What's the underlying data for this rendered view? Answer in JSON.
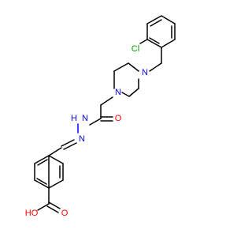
{
  "molecule": {
    "atom_labels": {
      "chlorine": "Cl",
      "piperazine_n_top": "N",
      "piperazine_n_bottom": "N",
      "hydrazide_nh": "N",
      "hydrazide_h": "H",
      "imine_n": "N",
      "carbonyl_o": "O",
      "acid_ho": "HO",
      "acid_o": "O"
    },
    "colors": {
      "carbon_bond": "#000000",
      "nitrogen": "#0000ff",
      "oxygen": "#ff0000",
      "chlorine": "#00a000"
    }
  }
}
